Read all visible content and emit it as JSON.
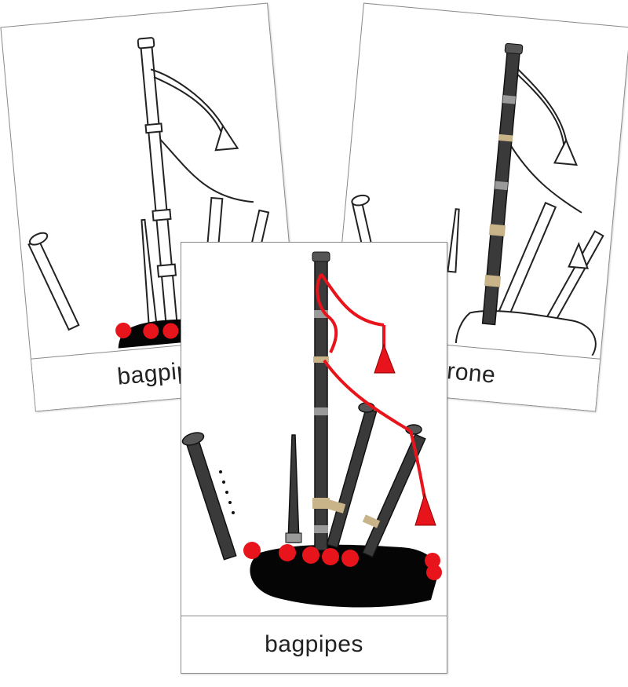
{
  "cards": {
    "left": {
      "label": "bagpipes",
      "style": "outline with red tassels and black bag"
    },
    "right": {
      "label": "drone",
      "style": "outline with dark drone highlighted"
    },
    "front": {
      "label": "bagpipes",
      "style": "full color"
    }
  },
  "colors": {
    "pipe_dark": "#3a3a3a",
    "accent_red": "#e8141b",
    "bag_black": "#050505",
    "ivory": "#c9b48a",
    "grey_band": "#9a9a9a"
  }
}
